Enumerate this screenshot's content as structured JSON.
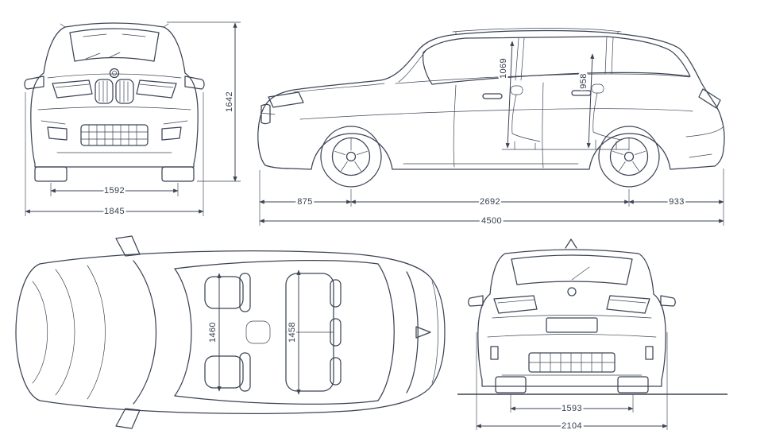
{
  "colors": {
    "line": "#3c4454",
    "background": "#ffffff"
  },
  "views": {
    "front": {
      "track": "1592",
      "overall_width": "1845",
      "overall_height": "1642"
    },
    "side": {
      "front_headroom": "1069",
      "rear_headroom": "958",
      "front_overhang": "875",
      "wheelbase": "2692",
      "rear_overhang": "933",
      "overall_length": "4500"
    },
    "top": {
      "front_interior_width": "1460",
      "rear_interior_width": "1458"
    },
    "rear": {
      "rear_track": "1593",
      "overall_width_mirrors": "2104"
    }
  }
}
